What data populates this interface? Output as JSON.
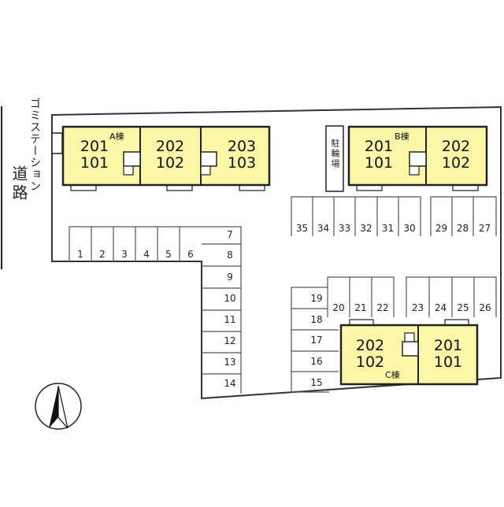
{
  "labels": {
    "road": "道路",
    "garbage_station": "ゴミステーション",
    "bicycle_parking": "駐輪場"
  },
  "buildings": {
    "a": {
      "name": "A棟",
      "units": [
        {
          "upper": "201",
          "lower": "101"
        },
        {
          "upper": "202",
          "lower": "102"
        },
        {
          "upper": "203",
          "lower": "103"
        }
      ]
    },
    "b": {
      "name": "B棟",
      "units": [
        {
          "upper": "201",
          "lower": "101"
        },
        {
          "upper": "202",
          "lower": "102"
        }
      ]
    },
    "c": {
      "name": "C棟",
      "units": [
        {
          "upper": "202",
          "lower": "102"
        },
        {
          "upper": "201",
          "lower": "101"
        }
      ]
    }
  },
  "parking": {
    "row_bottom_left": [
      "1",
      "2",
      "3",
      "4",
      "5",
      "6"
    ],
    "column_center": [
      "7",
      "8",
      "9",
      "10",
      "11",
      "12",
      "13",
      "14"
    ],
    "row_top_right_a": [
      "35",
      "34",
      "33",
      "32",
      "31",
      "30"
    ],
    "row_top_right_b": [
      "29",
      "28",
      "27"
    ],
    "column_right": [
      "19",
      "18",
      "17",
      "16",
      "15"
    ],
    "row_mid_a": [
      "20",
      "21",
      "22"
    ],
    "row_mid_b": [
      "23",
      "24",
      "25",
      "26"
    ]
  },
  "colors": {
    "building_fill": "#fbf7a6",
    "line": "#222222",
    "background": "#ffffff"
  },
  "icons": {
    "compass": "north-arrow-icon"
  }
}
